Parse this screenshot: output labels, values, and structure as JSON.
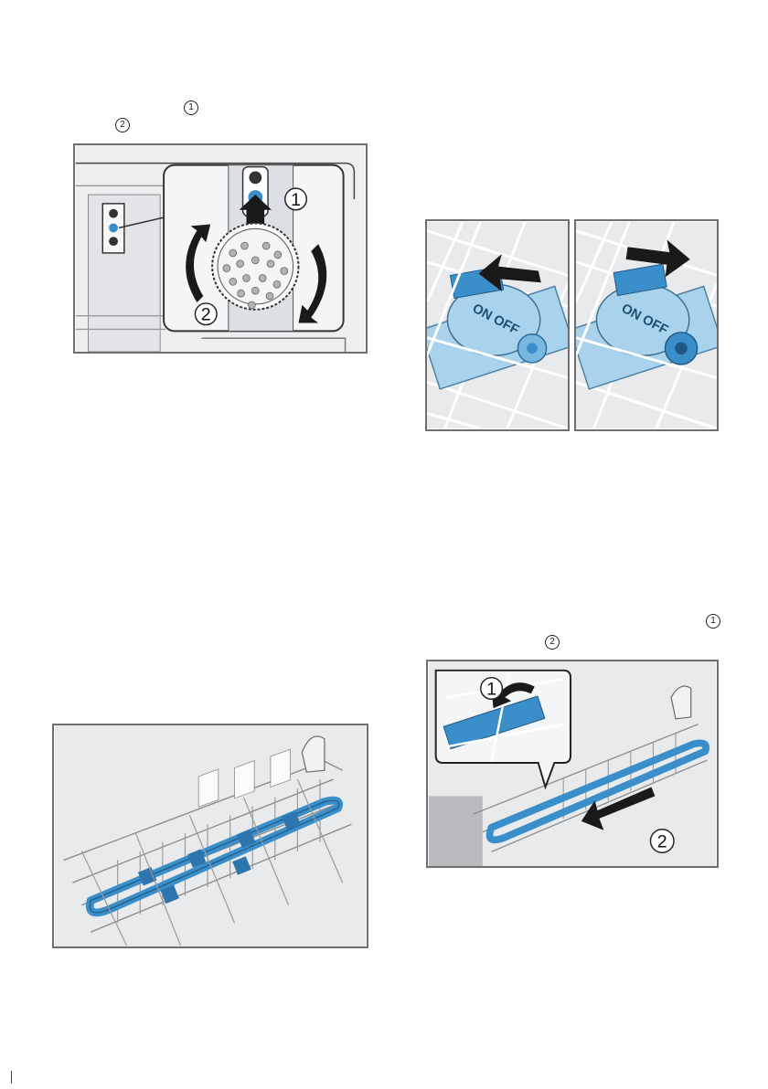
{
  "markers": {
    "top_left_1": "1",
    "top_left_2": "2",
    "bottom_right_1": "1",
    "bottom_right_2": "2"
  },
  "figures": {
    "dial": {
      "callout_1": "1",
      "callout_2": "2"
    },
    "switch_on": {
      "label": "ON OFF"
    },
    "switch_off": {
      "label": "ON OFF"
    },
    "basket_remove": {
      "callout_1": "1",
      "callout_2": "2"
    }
  },
  "colors": {
    "accent_blue": "#3a8ec9",
    "light_blue": "#a9d3ec",
    "frame_gray": "#6f6f6f",
    "bg_gray": "#e9eaec"
  }
}
